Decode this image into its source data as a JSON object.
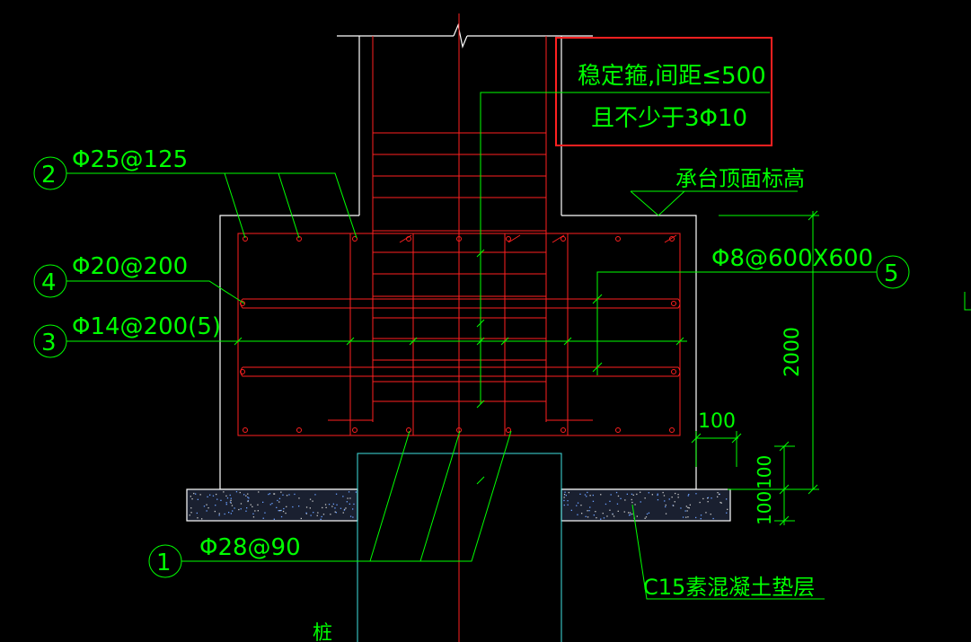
{
  "callouts": {
    "c1": {
      "num": "1",
      "text": "Φ28@90"
    },
    "c2": {
      "num": "2",
      "text": "Φ25@125"
    },
    "c3": {
      "num": "3",
      "text": "Φ14@200(5)"
    },
    "c4": {
      "num": "4",
      "text": "Φ20@200"
    },
    "c5": {
      "num": "5",
      "text": "Φ8@600X600"
    }
  },
  "note": {
    "line1": "稳定箍,间距≤500",
    "line2": "且不少于3Φ10"
  },
  "labels": {
    "cap_top_elev": "承台顶面标高",
    "cushion": "C15素混凝土垫层",
    "pile": "桩",
    "dim_2000": "2000",
    "dim_100_right": "100",
    "dim_100_a": "100",
    "dim_100_b": "100"
  },
  "colors": {
    "background": "#000000",
    "outline": "#ffffff",
    "rebar": "#ff2020",
    "annotation": "#00ff00",
    "pile": "#40e0e0",
    "highlight_box": "#ff2020"
  }
}
